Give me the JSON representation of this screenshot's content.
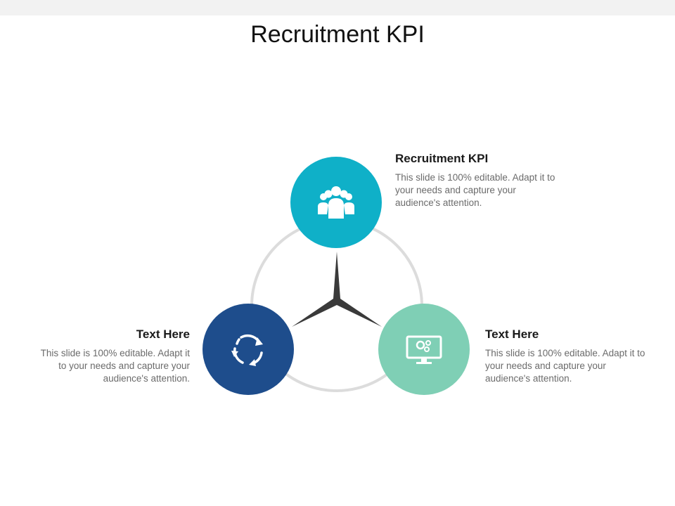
{
  "title": "Recruitment KPI",
  "colors": {
    "top_circle": "#0fb0c8",
    "left_circle": "#1e4d8c",
    "right_circle": "#7fcfb5",
    "ring": "#dcdcdc",
    "center_star": "#3a3a3a"
  },
  "nodes": [
    {
      "id": "top",
      "icon": "people-group-icon",
      "heading": "Recruitment KPI",
      "body": "This slide is 100% editable. Adapt it to your needs and capture your audience's attention."
    },
    {
      "id": "left",
      "icon": "refresh-cycle-icon",
      "heading": "Text Here",
      "body": "This slide is 100% editable. Adapt it to your needs and capture your audience's attention."
    },
    {
      "id": "right",
      "icon": "monitor-gears-icon",
      "heading": "Text Here",
      "body": "This slide is 100% editable. Adapt it to your needs and capture your audience's attention."
    }
  ]
}
